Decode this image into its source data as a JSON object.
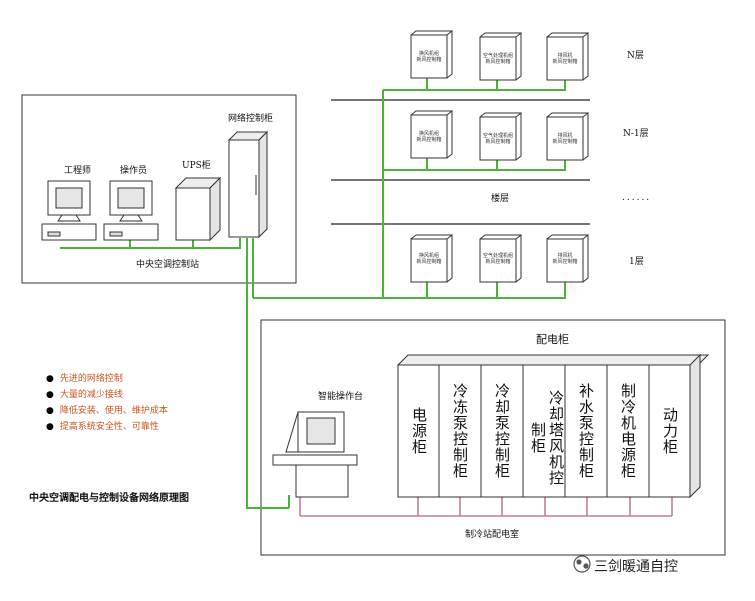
{
  "floors": {
    "top": "N层",
    "second": "N-1层",
    "dots": "......",
    "middle": "楼层",
    "bottom": "1层"
  },
  "floor_units": {
    "left": "换风机组\n新风控制箱",
    "middle": "空气处理机组\n新风控制箱",
    "right": "排风机\n新风控制箱"
  },
  "control_station": {
    "engineer": "工程师",
    "operator": "操作员",
    "ups": "UPS柜",
    "network_cabinet": "网络控制柜",
    "caption": "中央空调控制站"
  },
  "features": [
    "先进的网络控制",
    "大量的减少接线",
    "降低安装、使用、维护成本",
    "提高系统安全性、可靠性"
  ],
  "console_label": "智能操作台",
  "distribution": {
    "title": "配电柜",
    "caption": "制冷站配电室",
    "cabinets": [
      "电源柜",
      "冷冻泵控制柜",
      "冷却泵控制柜",
      "冷却塔风机控制柜",
      "补水泵控制柜",
      "制冷机电源柜",
      "动力柜"
    ]
  },
  "diagram_title": "中央空调配电与控制设备网络原理图",
  "brand": "三剑暖通自控",
  "colors": {
    "network_line": "#4bb33a",
    "power_line": "#c77c9e",
    "feature_text": "#c8551d"
  }
}
